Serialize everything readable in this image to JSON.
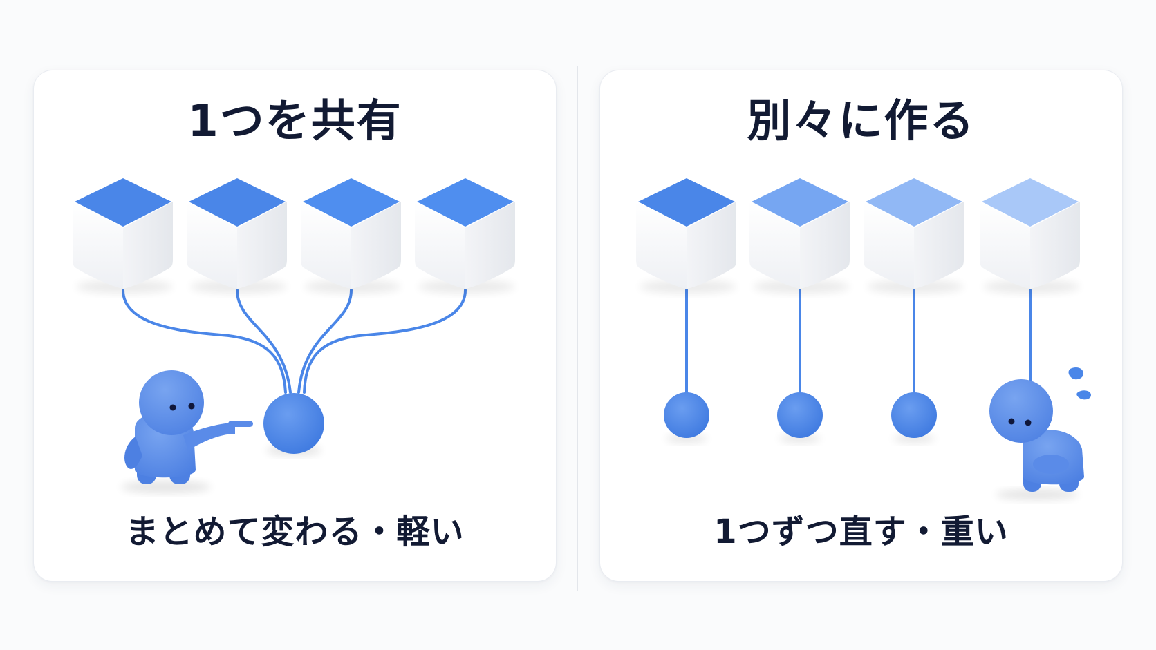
{
  "left_panel": {
    "title": "1つを共有",
    "caption": "まとめて変わる・軽い",
    "cube_colors": [
      "#4a86e8",
      "#4a86e8",
      "#4f8eef",
      "#4f8eef"
    ],
    "node_color": "#4a86e8",
    "line_color": "#4a86e8"
  },
  "right_panel": {
    "title": "別々に作る",
    "caption": "1つずつ直す・重い",
    "cube_colors": [
      "#4a86e8",
      "#76a6f2",
      "#91b8f5",
      "#a9c8f8"
    ],
    "node_color": "#4a86e8",
    "line_color": "#4a86e8"
  },
  "character_color": "#5a8be8"
}
